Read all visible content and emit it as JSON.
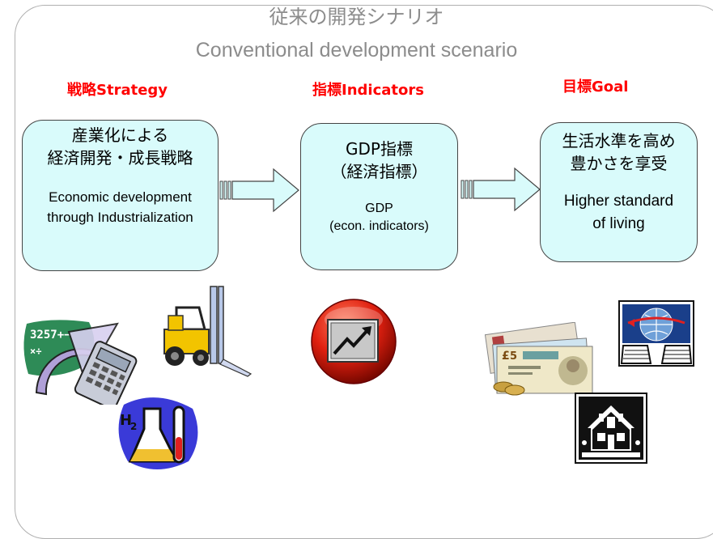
{
  "title_jp": "従来の開発シナリオ",
  "title_en": "Conventional development scenario",
  "columns": [
    {
      "header": "戦略Strategy",
      "box_jp": [
        "産業化による",
        "経済開発・成長戦略"
      ],
      "box_en": [
        "Economic development",
        "through Industrialization"
      ]
    },
    {
      "header": "指標Indicators",
      "box_jp": [
        "GDP指標",
        "（経済指標）"
      ],
      "box_en": [
        "GDP",
        "(econ. indicators)"
      ]
    },
    {
      "header": "目標Goal",
      "box_jp": [
        "生活水準を高め",
        "豊かさを享受"
      ],
      "box_en": [
        "Higher standard",
        "of living"
      ]
    }
  ],
  "clipart": {
    "calculator_text": "3257+−",
    "calculator_text2": "×÷",
    "banknote_label": "5",
    "icons": [
      "calculator-icon",
      "forklift-icon",
      "chemistry-flask-icon",
      "growth-chart-icon",
      "banknotes-coins-icon",
      "network-computers-icon",
      "house-icon"
    ]
  }
}
